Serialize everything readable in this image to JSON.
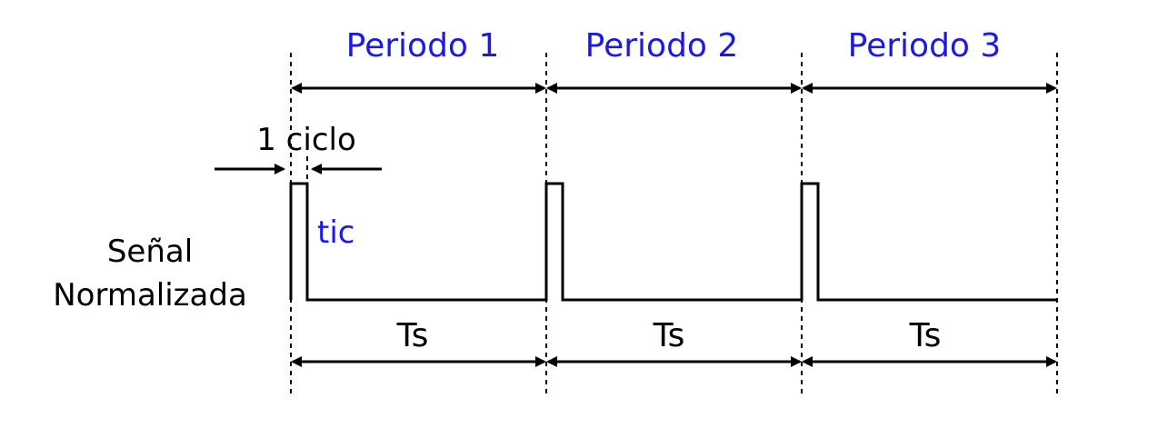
{
  "colors": {
    "stroke": "#000000",
    "label_black": "#000000",
    "label_blue": "#1a1ae6"
  },
  "periods": [
    "Periodo 1",
    "Periodo 2",
    "Periodo 3"
  ],
  "ts_labels": [
    "Ts",
    "Ts",
    "Ts"
  ],
  "cycle_label": "1 ciclo",
  "tic_label": "tic",
  "signal_label": {
    "line1": "Señal",
    "line2": "Normalizada"
  }
}
